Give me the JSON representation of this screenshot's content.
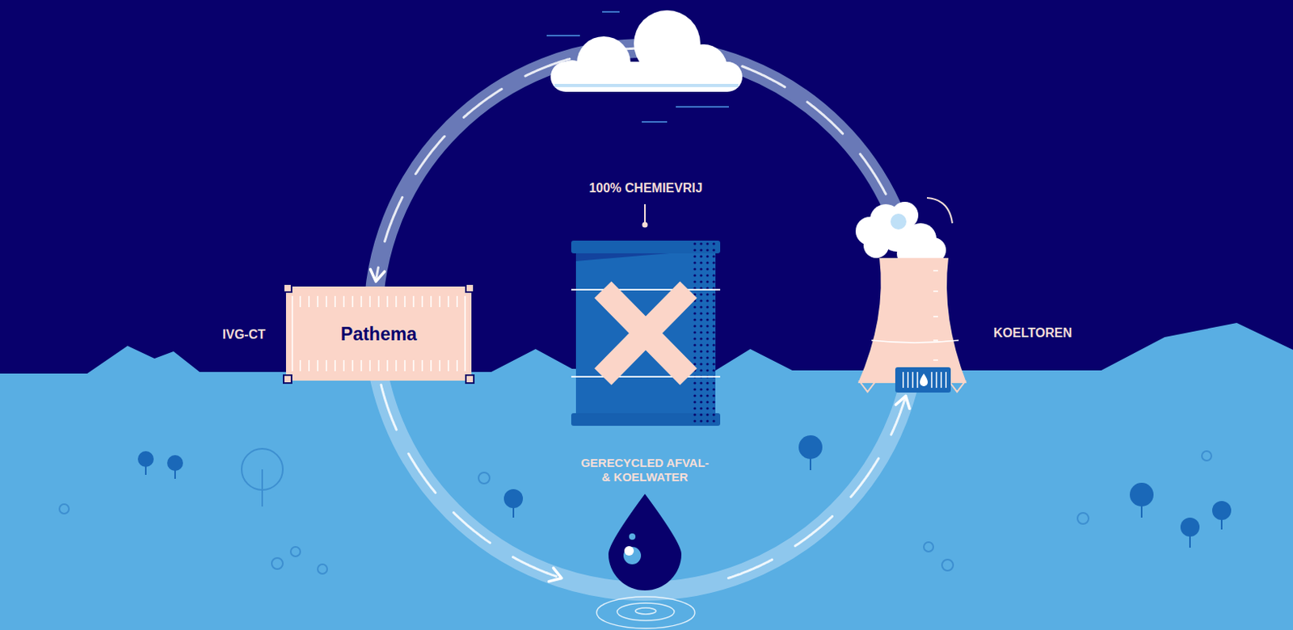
{
  "diagram": {
    "nodes": [
      {
        "text": [
          "IVG-CT",
          "Pathema"
        ]
      },
      {
        "text": [
          "100% CHEMIEVRIJ"
        ]
      },
      {
        "text": [
          "KOELTOREN"
        ]
      },
      {
        "text": [
          "GERECYCLED AFVAL-& KOELWATER"
        ]
      }
    ],
    "edges": [
      {
        "from": 0,
        "to": 3,
        "arrow": "to"
      },
      {
        "from": 3,
        "to": 2,
        "arrow": "to"
      },
      {
        "from": 2,
        "to": 0,
        "arrow": "to"
      }
    ]
  }
}
